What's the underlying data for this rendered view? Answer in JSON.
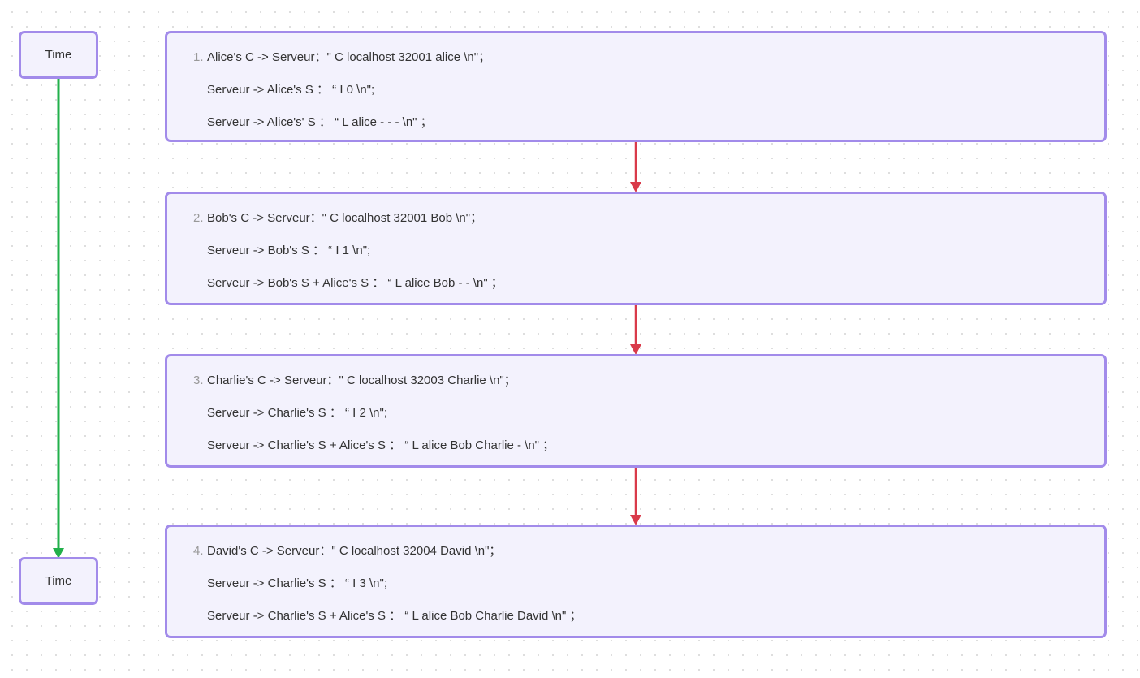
{
  "time_nodes": {
    "top_label": "Time",
    "bottom_label": "Time"
  },
  "steps": [
    {
      "number": "1.",
      "lines": [
        "Alice's C -> Serveur：\" C localhost 32001 alice \\n\"；",
        "Serveur -> Alice's S ： “ I 0 \\n\";",
        "Serveur -> Alice's' S ： “ L alice - - - \\n\" ；"
      ]
    },
    {
      "number": "2.",
      "lines": [
        "Bob's C -> Serveur：\" C localhost 32001 Bob \\n\"；",
        "Serveur -> Bob's S ： “ I 1 \\n\";",
        "Serveur -> Bob's S + Alice's S ： “ L alice Bob - - \\n\" ；"
      ]
    },
    {
      "number": "3.",
      "lines": [
        "Charlie's C -> Serveur：\" C localhost 32003 Charlie \\n\"；",
        "Serveur -> Charlie's S ： “ I 2 \\n\";",
        "Serveur -> Charlie's S + Alice's S ： “ L alice Bob Charlie - \\n\" ；"
      ]
    },
    {
      "number": "4.",
      "lines": [
        "David's C -> Serveur：\" C localhost 32004 David \\n\"；",
        "Serveur -> Charlie's S ： “ I 3 \\n\";",
        "Serveur -> Charlie's S + Alice's S ： “ L alice Bob Charlie David \\n\" ；"
      ]
    }
  ],
  "colors": {
    "node_fill": "#f3f2fd",
    "node_border": "#a28bea",
    "time_arrow": "#22b04b",
    "step_arrow": "#d93a4a",
    "number_text": "#999999"
  }
}
